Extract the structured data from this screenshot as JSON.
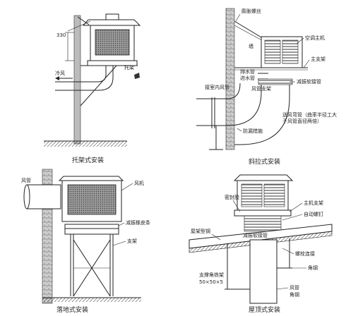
{
  "colors": {
    "ink": "#222222",
    "wall_fill": "#bcbcbc",
    "grille_fill": "#777777",
    "paper": "#ffffff"
  },
  "bracket_install": {
    "caption": "托架式安装",
    "dimension": "330",
    "cold_air": "冷风",
    "bracket": "托架"
  },
  "diagonal_install": {
    "caption": "斜拉式安装",
    "expansion_bolt": "膨胀螺丝",
    "wall": "墙",
    "ac_unit": "空调主机",
    "main_bracket": "主支架",
    "drain_pipe": "排水管",
    "inlet_pipe": "进水管",
    "damping_hose": "减振软接管",
    "indoor_duct": "接室内风管",
    "duct_bracket": "风管支架",
    "elbow_note_1": "送风弯管（曲率半径工大",
    "elbow_note_2": "于风管直径两倍）",
    "leak_proof": "防漏措施"
  },
  "floor_install": {
    "caption": "落地式安装",
    "air_duct": "风管",
    "fan_unit": "风机",
    "rubber_strip": "减振橡皮条",
    "bracket": "支架"
  },
  "roof_install": {
    "caption": "屋顶式安装",
    "seal_glue": "密封胶",
    "unit_bracket": "主机支架",
    "self_tap_screw": "自动螺钉",
    "roof_steel": "屋架型钢",
    "damping_hose": "减振软接管",
    "bolt_joint": "螺栓连接",
    "angle_steel": "角钢",
    "support_angle": "支撑角铁架",
    "angle_size": "50×50×5",
    "duct": "风管",
    "angle_steel_2": "角钢"
  }
}
